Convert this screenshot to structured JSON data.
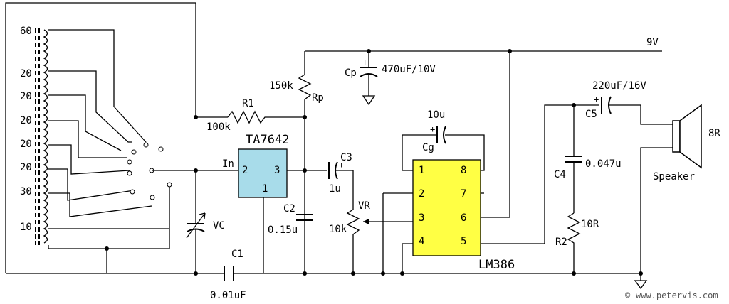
{
  "supply": {
    "label": "9V"
  },
  "ic1": {
    "name": "TA7642",
    "pin_in": "In",
    "pin2": "2",
    "pin3": "3",
    "pin1": "1"
  },
  "ic2": {
    "name": "LM386",
    "pins_left": [
      "1",
      "2",
      "3",
      "4"
    ],
    "pins_right": [
      "8",
      "7",
      "6",
      "5"
    ]
  },
  "coil": {
    "taps": [
      "60",
      "20",
      "20",
      "20",
      "20",
      "20",
      "30",
      "10"
    ]
  },
  "components": {
    "r1": "R1",
    "r1_val": "100k",
    "rp": "Rp",
    "rp_val": "150k",
    "cp": "Cp",
    "cp_val": "470uF/10V",
    "c1": "C1",
    "c1_val": "0.01uF",
    "c2": "C2",
    "c2_val": "0.15u",
    "c3": "C3",
    "c3_val": "1u",
    "vr": "VR",
    "vr_val": "10k",
    "vc": "VC",
    "cg": "Cg",
    "cg_val": "10u",
    "c5": "C5",
    "c5_val": "220uF/16V",
    "c4": "C4",
    "c4_val": "0.047u",
    "r2": "R2",
    "r2_val": "10R",
    "spk": "Speaker",
    "spk_val": "8R"
  },
  "footer": {
    "copyright": "©",
    "site": "www.petervis.com"
  },
  "colors": {
    "ta7642_fill": "#a8dcea",
    "lm386_fill": "#ffff44",
    "wire": "#000000"
  }
}
